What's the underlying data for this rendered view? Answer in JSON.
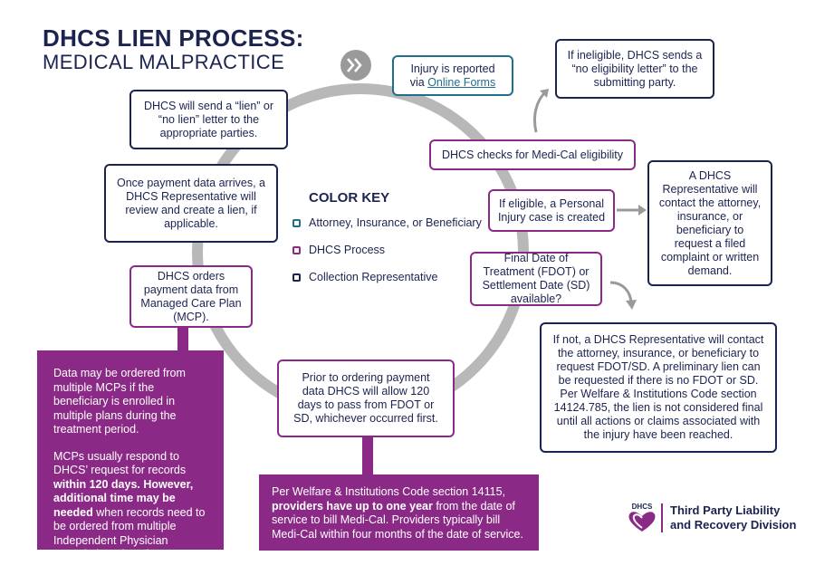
{
  "header": {
    "title": "DHCS LIEN PROCESS:",
    "subtitle": "MEDICAL MALPRACTICE"
  },
  "colors": {
    "navy": "#1b2350",
    "purple": "#8b2a86",
    "teal": "#1f6e8c",
    "ring_gray": "#b8b8b8"
  },
  "steps": {
    "injury_reported": {
      "line1": "Injury is reported",
      "line2_prefix": "via ",
      "link": "Online Forms"
    },
    "ineligible": "If ineligible, DHCS sends a “no eligibility letter” to the submitting party.",
    "checks_eligibility": "DHCS checks for Medi-Cal eligibility",
    "eligible_case": "If eligible, a Personal Injury case is created",
    "rep_contact": "A DHCS Representative will contact the attorney, insurance, or beneficiary to request a filed complaint or written demand.",
    "fdot_question": "Final Date of Treatment (FDOT) or Settlement Date (SD) available?",
    "if_not": "If not, a DHCS Representative will contact the attorney, insurance, or beneficiary to request FDOT/SD. A preliminary lien can be requested if there is no FDOT or SD. Per Welfare & Institutions Code section 14124.785, the lien is not considered final until all actions or claims associated with the injury have been reached.",
    "wait_120": "Prior to ordering payment data DHCS will allow 120 days to pass from FDOT or SD, whichever occurred first.",
    "orders_payment": "DHCS orders payment data from Managed Care Plan (MCP).",
    "review_create": "Once payment data arrives, a DHCS Representative will review and create a lien, if applicable.",
    "send_letter": "DHCS will send a “lien” or “no lien” letter to the appropriate parties."
  },
  "panels": {
    "mcp": {
      "p1": "Data may be ordered from multiple MCPs if the beneficiary is enrolled in multiple plans during the treatment period.",
      "p2_a": "MCPs usually respond to DHCS’ request for records ",
      "p2_b": "within 120 days. However, additional time may be needed",
      "p2_c": " when records need to be ordered from multiple Independent Physician Associations (IPAs)."
    },
    "providers": {
      "a": "Per Welfare & Institutions Code section 14115, ",
      "b": "providers have up to one year",
      "c": " from the date of service to bill Medi-Cal. Providers typically bill Medi-Cal within four months of the date of service."
    }
  },
  "color_key": {
    "title": "COLOR KEY",
    "items": [
      {
        "label": "Attorney, Insurance, or Beneficiary",
        "color": "#1f6e8c"
      },
      {
        "label": "DHCS Process",
        "color": "#8b2a86"
      },
      {
        "label": "Collection Representative",
        "color": "#1b2350"
      }
    ]
  },
  "logo": {
    "mark": "DHCS",
    "line1": "Third Party Liability",
    "line2": "and Recovery Division"
  }
}
